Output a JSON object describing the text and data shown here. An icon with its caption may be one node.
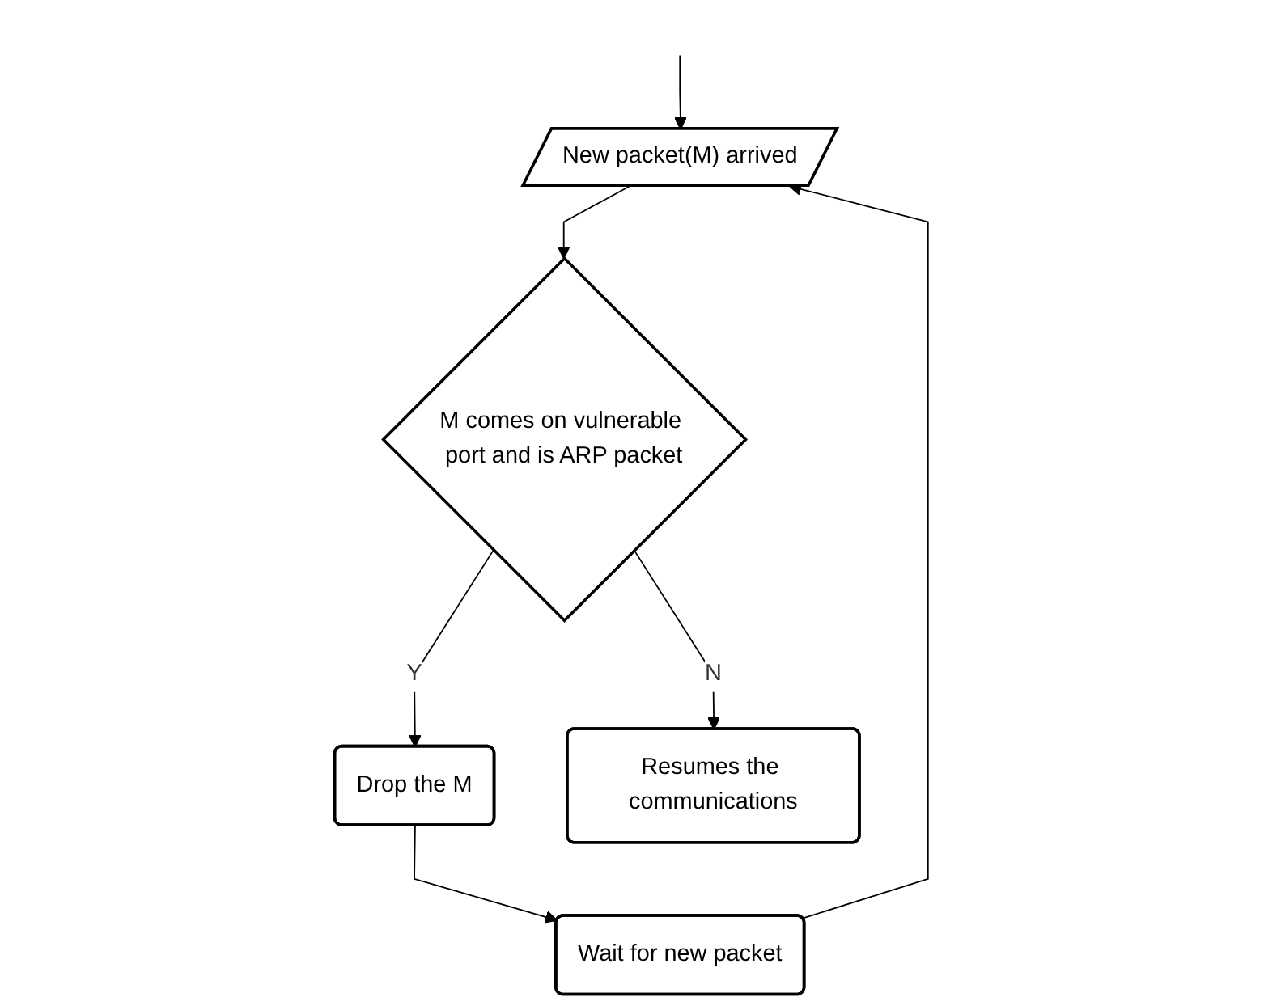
{
  "diagram": {
    "nodes": [
      {
        "text": [
          "New packet(M) arrived"
        ]
      },
      {
        "text": [
          "M comes on vulnerable port and is ARP packet"
        ]
      },
      {
        "text": [
          "Drop the M"
        ]
      },
      {
        "text": [
          "Wait for new packet"
        ]
      },
      {
        "text": [
          "Resumes the communications"
        ]
      }
    ],
    "edges": [
      {
        "from": null,
        "to": 0,
        "arrow": "to"
      },
      {
        "from": 0,
        "to": 1,
        "arrow": "to"
      },
      {
        "from": 1,
        "to": 2,
        "arrow": "to",
        "label": "Y"
      },
      {
        "from": 2,
        "to": 3,
        "arrow": "to"
      },
      {
        "from": 3,
        "to": 0,
        "arrow": "to"
      },
      {
        "from": 1,
        "to": 4,
        "arrow": "to",
        "label": "N"
      }
    ]
  }
}
